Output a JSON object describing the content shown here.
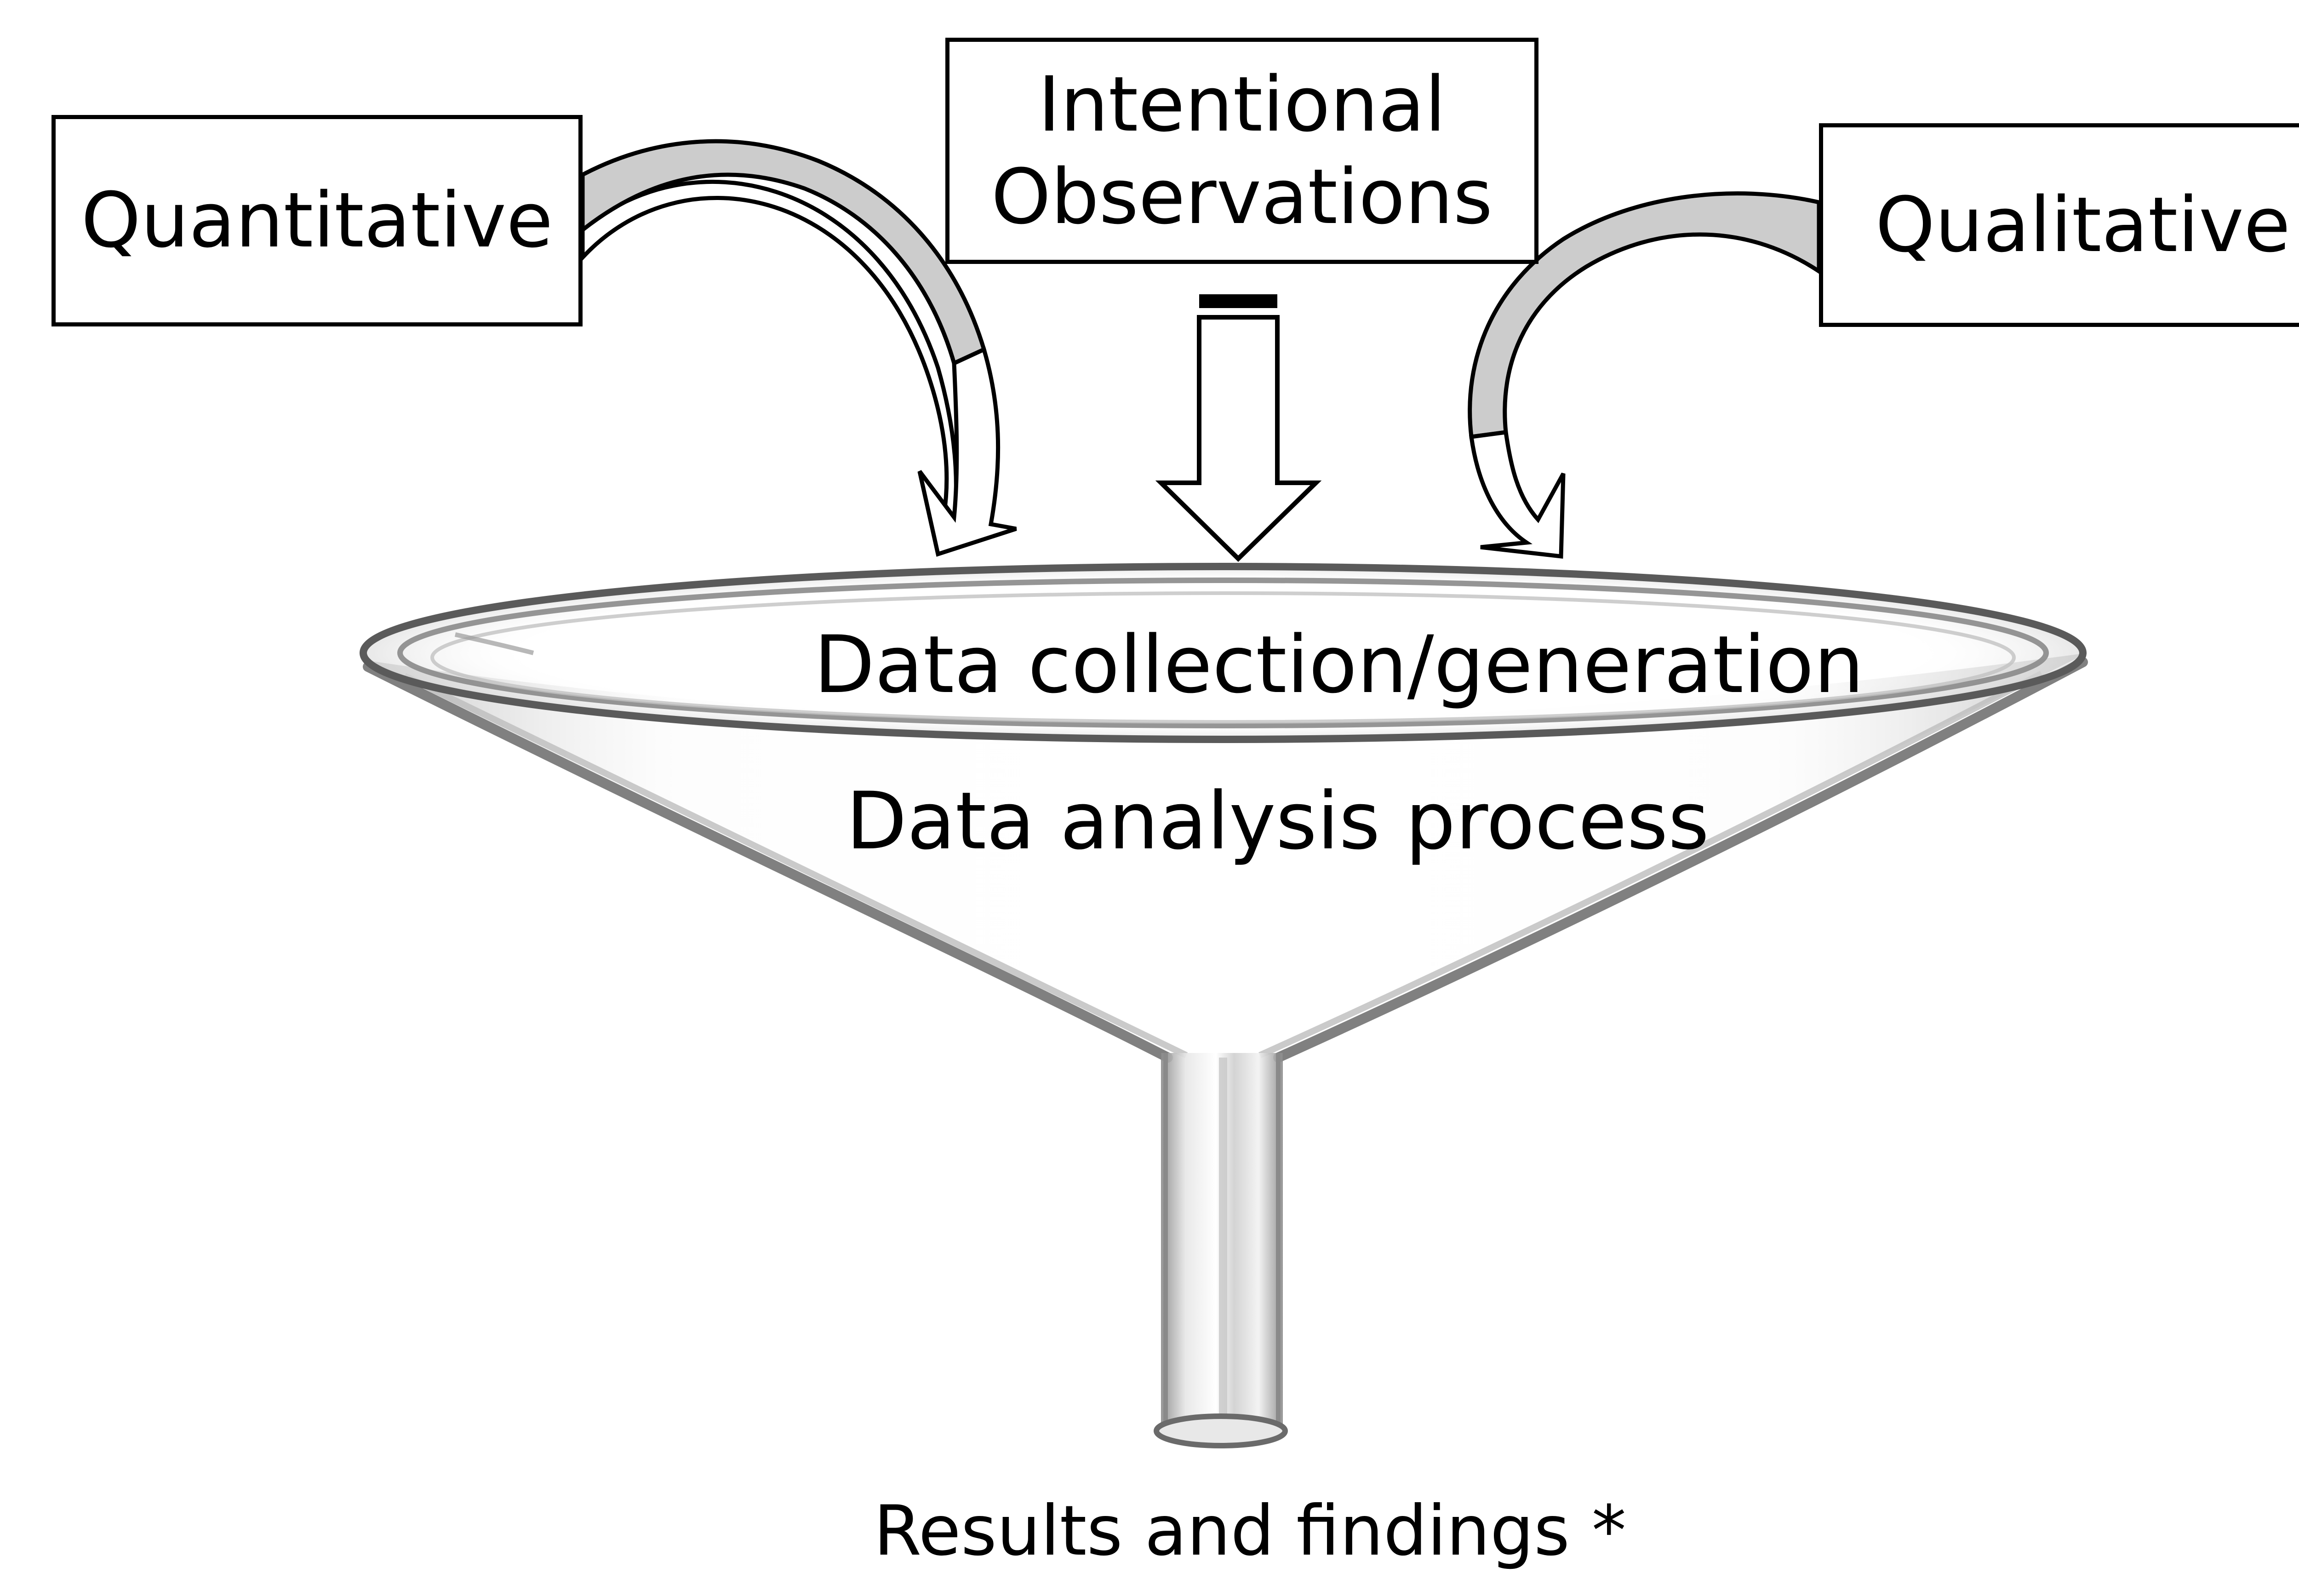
{
  "inputs": {
    "quantitative": "Quantitative",
    "intentional_observations": [
      "Intentional",
      "Observations"
    ],
    "qualitative": "Qualitative"
  },
  "funnel": {
    "top_label": "Data collection/generation",
    "middle_label": "Data analysis process"
  },
  "output": {
    "label": "Results and findings *"
  },
  "colors": {
    "line": "#000000",
    "arrow_band": "#cccccc",
    "glass_edge": "#555555",
    "background": "#ffffff"
  }
}
